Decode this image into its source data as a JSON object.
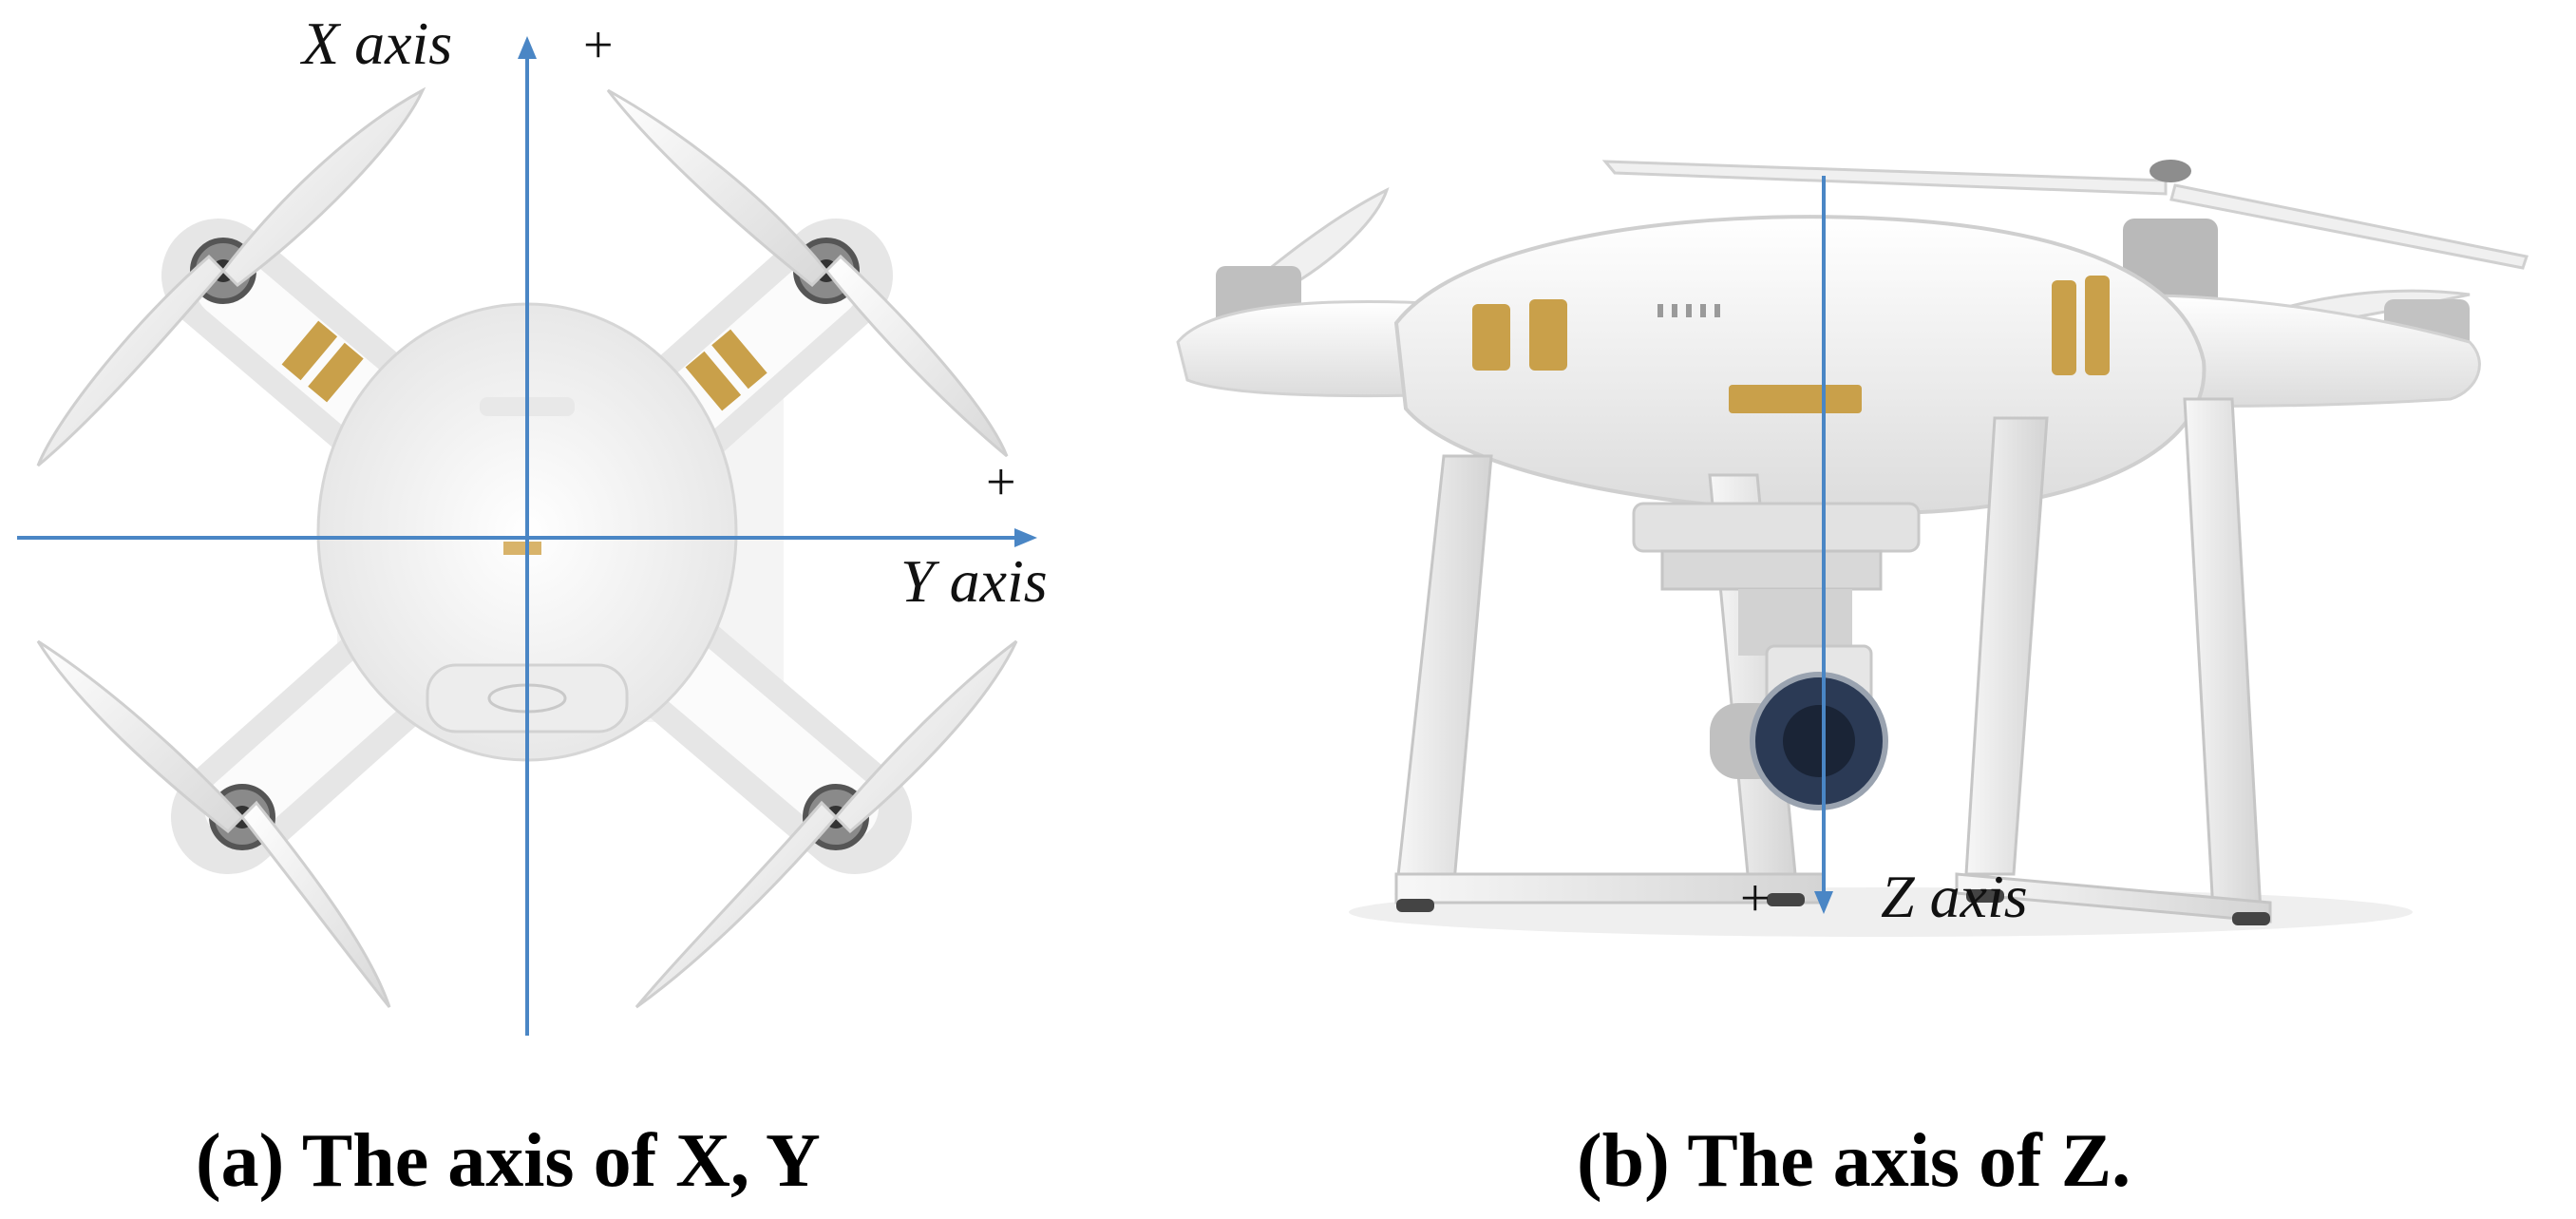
{
  "panel_a": {
    "x_axis_label": "X axis",
    "x_plus": "+",
    "y_axis_label": "Y axis",
    "y_plus": "+",
    "caption_tag": "(a)",
    "caption_text": "The axis of X, Y"
  },
  "panel_b": {
    "z_axis_label": "Z axis",
    "z_plus": "+",
    "caption_tag": "(b)",
    "caption_text": "The axis of Z."
  },
  "colors": {
    "axis_line": "#4a86c5",
    "drone_body": "#f3f3f3",
    "drone_shadow": "#d9d9d9",
    "gold_band": "#c9a04a",
    "motor": "#7d7d7d"
  },
  "icons": {
    "drone_top_view": "quadcopter-top-view",
    "drone_side_view": "quadcopter-side-view"
  }
}
